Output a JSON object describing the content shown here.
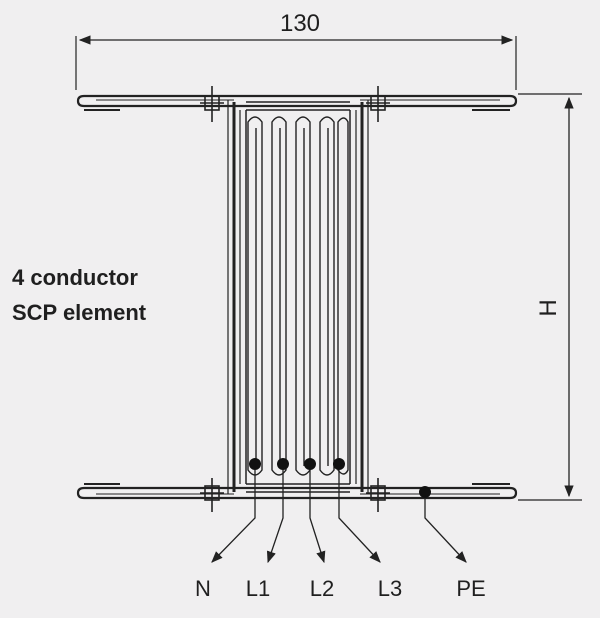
{
  "dimensions": {
    "width": "130",
    "height": "H"
  },
  "caption": {
    "line1": "4 conductor",
    "line2": "SCP element"
  },
  "terminals": {
    "n": "N",
    "l1": "L1",
    "l2": "L2",
    "l3": "L3",
    "pe": "PE"
  },
  "colors": {
    "background": "#f0eff0",
    "line": "#222222"
  }
}
